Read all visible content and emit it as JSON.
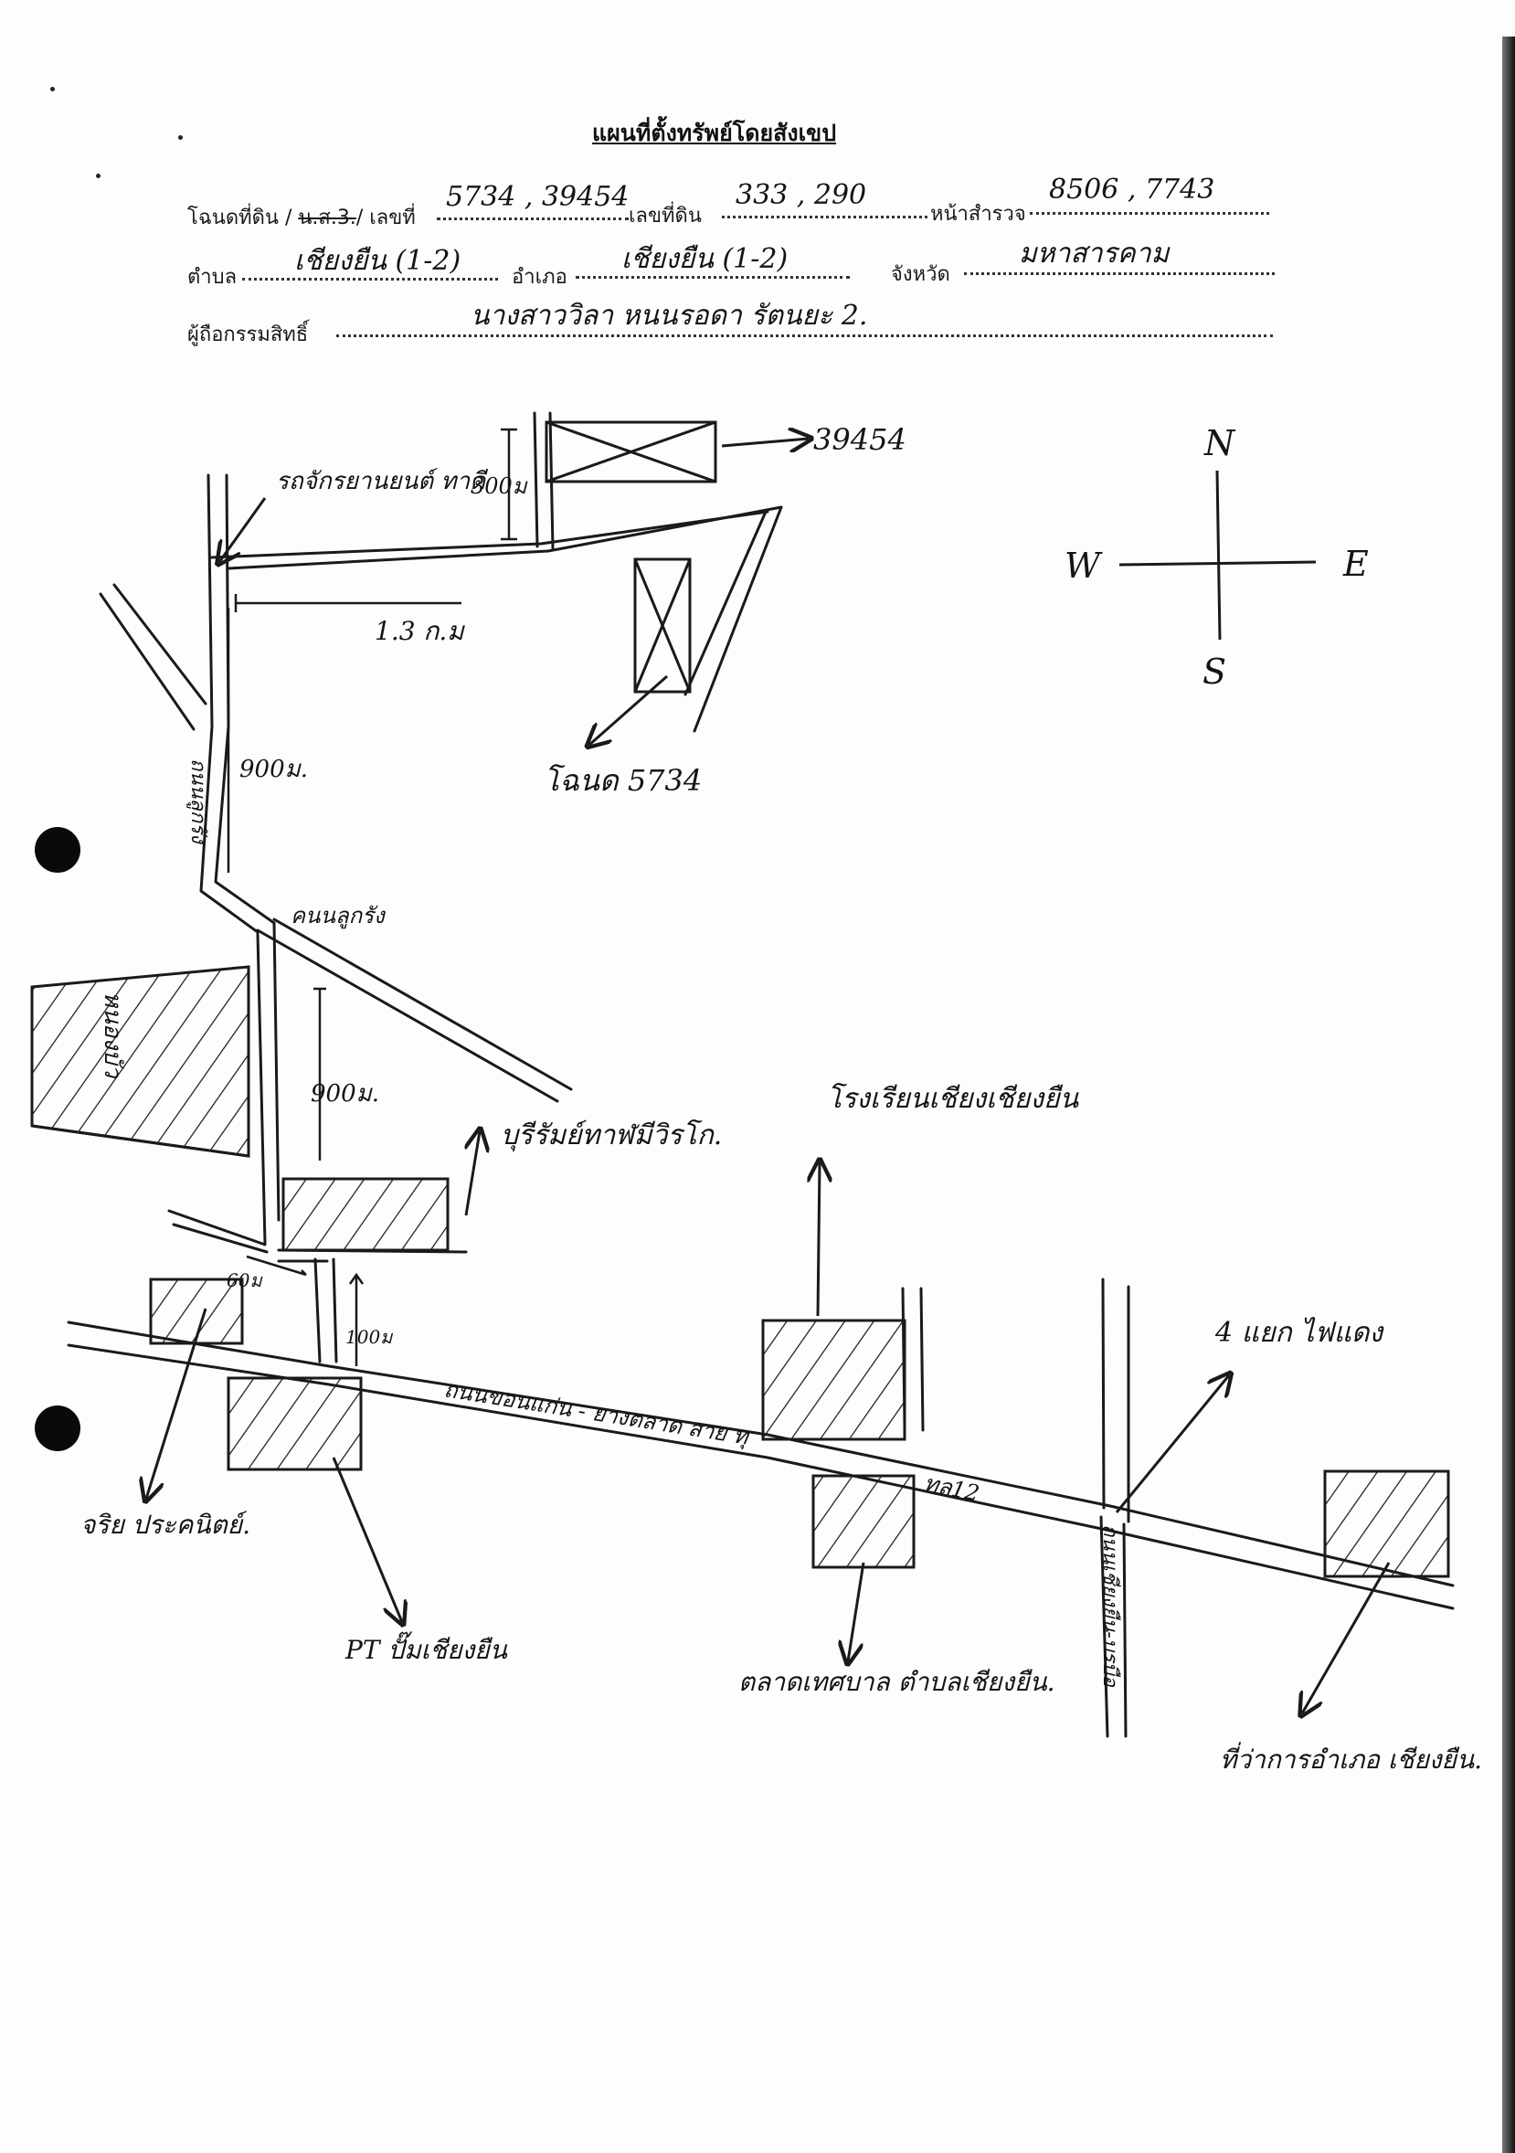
{
  "title": "แผนที่ตั้งทรัพย์โดยสังเขป",
  "form": {
    "deed_label_plain": "โฉนดที่ดิน / ",
    "deed_label_struck": "น.ส.3.",
    "deed_label_tail": "/ เลขที่",
    "deed_no": "5734 , 39454",
    "land_no_label": "เลขที่ดิน",
    "land_no": "333 , 290",
    "survey_page_label": "หน้าสำรวจ",
    "survey_page": "8506 , 7743",
    "subdistrict_label": "ตำบล",
    "subdistrict": "เชียงยืน (1-2)",
    "district_label": "อำเภอ",
    "district": "เชียงยืน (1-2)",
    "province_label": "จังหวัด",
    "province": "มหาสารคาม",
    "owner_label": "ผู้ถือกรรมสิทธิ์",
    "owner": "นางสาววิลา หนนรอดา รัตนยะ 2."
  },
  "map": {
    "labels": {
      "parcel_39454": "39454",
      "parcel_5734": "โฉนด 5734",
      "car_shop": "รถจักรยานยนต์ ทาดี",
      "dist_300m": "300ม",
      "dist_1_3km": "1.3 ก.ม",
      "dist_900m": "900ม.",
      "road_side": "ถนนลูกรัง",
      "paved_road": "คนนลูกรัง",
      "school_bldg": "หนองบัว",
      "dist_900m_b": "900ม.",
      "temple": "บุรีรัมย์ทาฬมีวิรโก.",
      "school": "โรงเรียนเชียงเชียงยืน",
      "dist_60m": "60ม",
      "dist_100m": "100ม",
      "main_road": "ถนนขอนแก่น - ยางตลาด สาย ทุ",
      "nh12": "ทล12",
      "side_road_vertical": "ถนนเชียงยืน-บรบือ",
      "junction": "4 แยก ไฟแดง",
      "pharmacy": "จริย ประคนิตย์.",
      "pt_station": "PT ปั๊มเชียงยืน",
      "municipality": "ตลาดเทศบาล ตำบลเชียงยืน.",
      "district_office": "ที่ว่าการอำเภอ เชียงยืน."
    },
    "compass": {
      "north": "N",
      "south": "S",
      "east": "E",
      "west": "W"
    }
  }
}
